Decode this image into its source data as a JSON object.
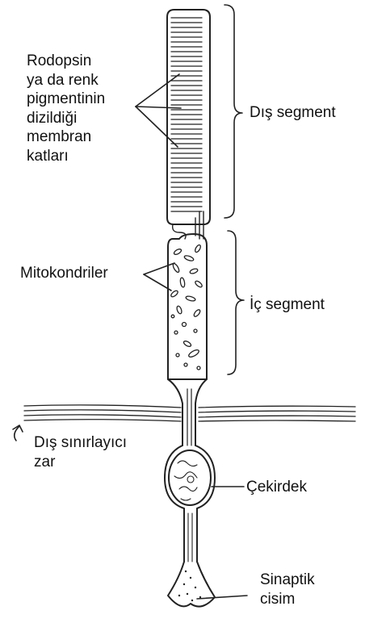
{
  "labels": {
    "rhodopsin_lines": [
      "Rodopsin",
      "ya da renk",
      "pigmentinin",
      "dizildiği",
      "membran",
      "katları"
    ],
    "outer_segment": "Dış segment",
    "mitochondria": "Mitokondriler",
    "inner_segment": "İç segment",
    "outer_limiting_lines": [
      "Dış sınırlayıcı",
      "zar"
    ],
    "nucleus": "Çekirdek",
    "synaptic_lines": [
      "Sinaptik",
      "cisim"
    ]
  },
  "colors": {
    "ink": "#222222",
    "paper": "#ffffff"
  }
}
